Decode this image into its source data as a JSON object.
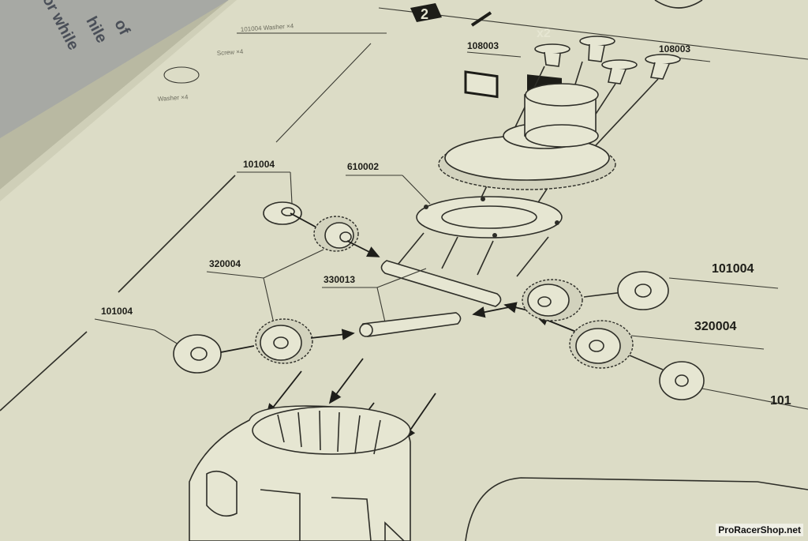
{
  "margin_note": {
    "lines": [
      "of",
      "hile",
      "or while"
    ]
  },
  "header_icons": [
    {
      "name": "step-2-icon",
      "text": "2"
    },
    {
      "name": "tool-wrench-icon",
      "text": ""
    },
    {
      "name": "quantity-x2-icon",
      "text": "x2"
    }
  ],
  "parts": {
    "screw_top_left": "108003",
    "screw_top_right": "108003",
    "ring_gear_plate": "610002",
    "washer_upper_left": "101004",
    "bevel_gear_left": "320004",
    "cross_pin": "330013",
    "washer_lower_left": "101004",
    "washer_upper_right": "101004",
    "bevel_gear_right": "320004",
    "washer_lower_right": "101"
  },
  "watermark": "ProRacerShop.net"
}
